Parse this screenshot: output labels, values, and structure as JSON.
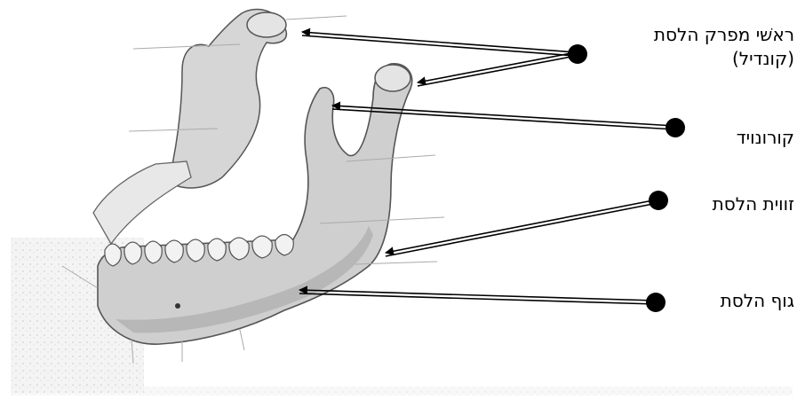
{
  "labels": {
    "condyle": {
      "line1": "ראשׁי מפרק הלסת",
      "line2": "(קונדיל)"
    },
    "coronoid": "קורונויד",
    "angle": "זווית הלסת",
    "body": "גוף הלסת"
  },
  "colors": {
    "bone_fill": "#cfcfcf",
    "bone_shade": "#9a9a9a",
    "outline": "#555555",
    "teeth": "#f2f2f2",
    "pointer": "#000000",
    "background": "#ffffff"
  },
  "icons": [
    "pointer-dot",
    "double-line-arrow"
  ]
}
